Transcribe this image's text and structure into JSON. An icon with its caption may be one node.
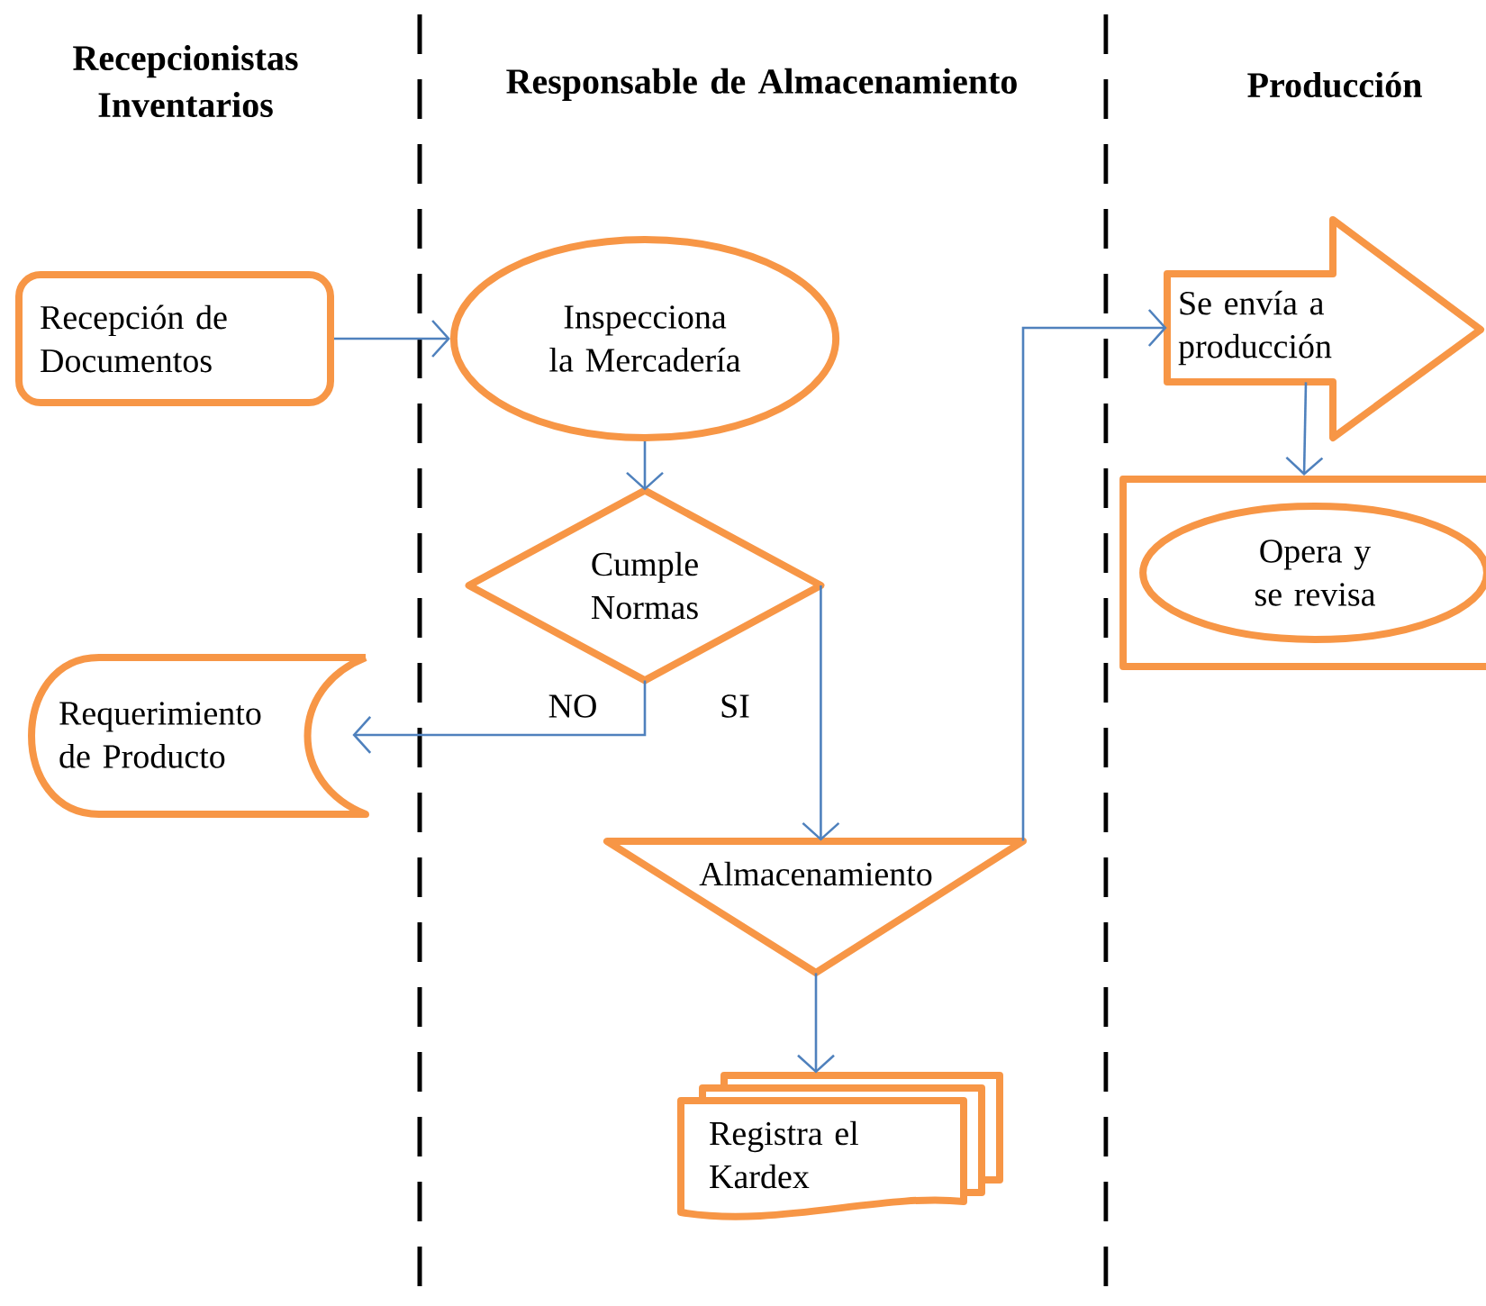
{
  "diagram": {
    "nodes": [
      {
        "text": [
          "Recepción de Documentos"
        ]
      },
      {
        "text": [
          "Inspecciona la Mercadería"
        ]
      },
      {
        "text": [
          "Cumple Normas"
        ]
      },
      {
        "text": [
          "Requerimiento de Producto"
        ]
      },
      {
        "text": [
          "Almacenamiento"
        ]
      },
      {
        "text": [
          "Registra el Kardex"
        ]
      },
      {
        "text": [
          "Se envía a producción"
        ]
      },
      {
        "text": [],
        "shape": "box"
      },
      {
        "text": [
          "Opera y se revisa"
        ],
        "in": 7
      }
    ],
    "edges": [
      {
        "from": 0,
        "to": 1,
        "arrow": "to"
      },
      {
        "from": 1,
        "to": 2,
        "arrow": "to"
      },
      {
        "from": 2,
        "to": 3,
        "arrow": "to",
        "label": "NO"
      },
      {
        "from": 2,
        "to": 4,
        "arrow": "to",
        "label": "SI"
      },
      {
        "from": 4,
        "to": 5,
        "arrow": "to"
      },
      {
        "from": 4,
        "to": 6,
        "arrow": "to"
      },
      {
        "from": 6,
        "to": 7,
        "arrow": "to"
      }
    ],
    "labels": [
      "Recepcionistas Inventarios",
      "Responsable de Almacenamiento",
      "Producción"
    ]
  }
}
